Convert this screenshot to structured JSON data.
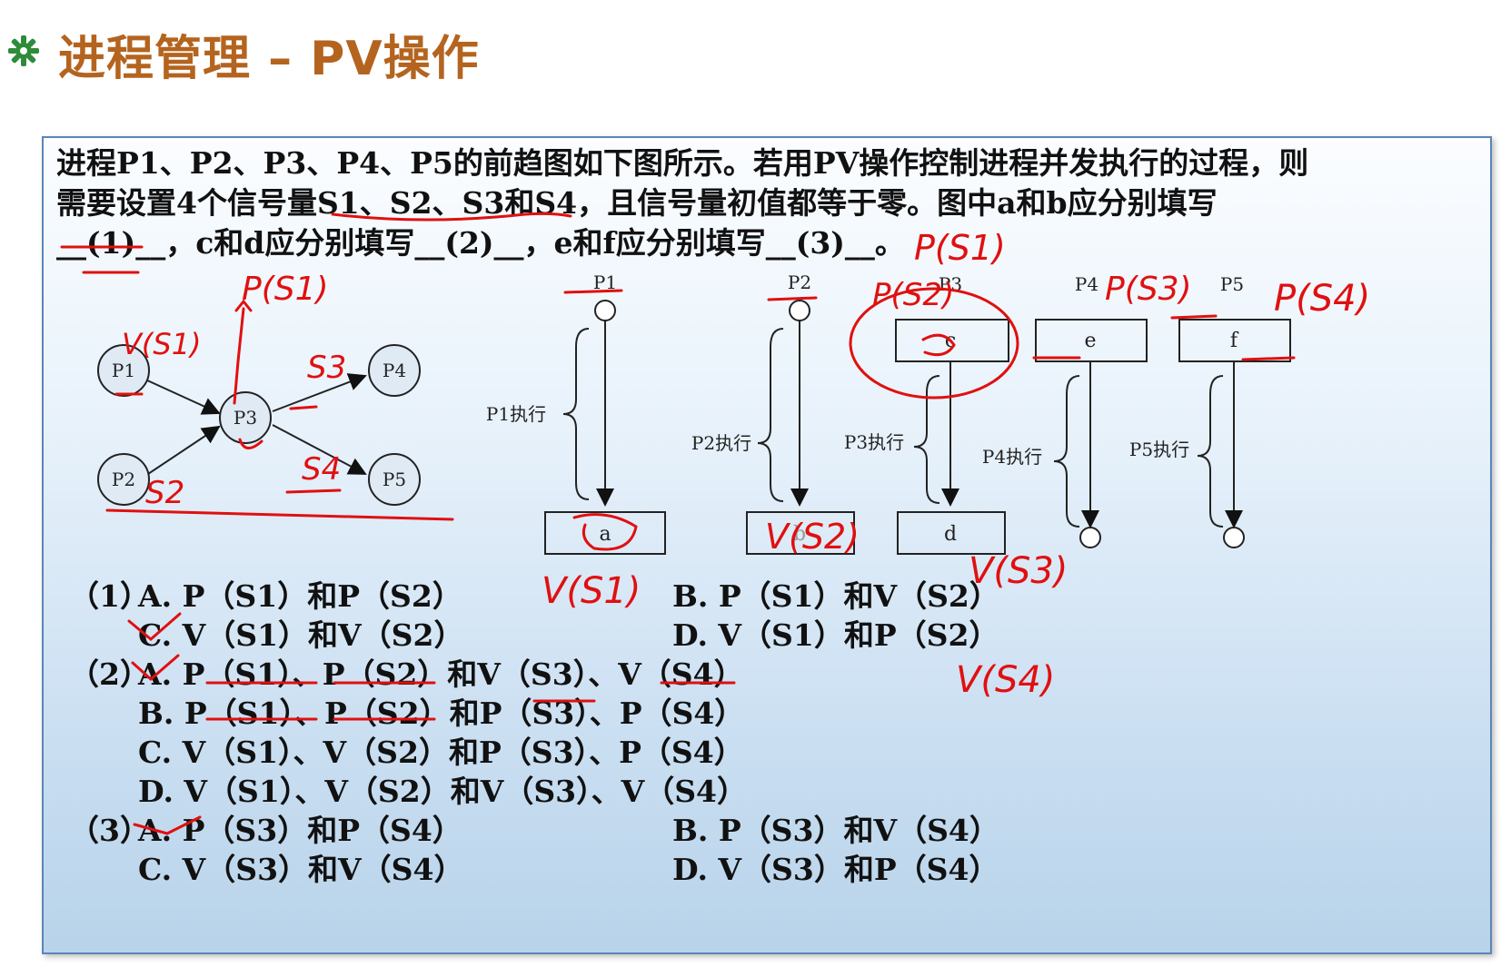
{
  "title": "进程管理 – PV操作",
  "question": {
    "line1": "进程P1、P2、P3、P4、P5的前趋图如下图所示。若用PV操作控制进程并发执行的过程，则",
    "line2": "需要设置4个信号量S1、S2、S3和S4，且信号量初值都等于零。图中a和b应分别填写",
    "line3": "__(1)__，c和d应分别填写__(2)__，e和f应分别填写__(3)__。"
  },
  "graph": {
    "nodes": [
      "P1",
      "P2",
      "P3",
      "P4",
      "P5"
    ]
  },
  "timelines": [
    {
      "proc": "P1",
      "exec": "P1执行",
      "top_box": "",
      "bottom_box": "a"
    },
    {
      "proc": "P2",
      "exec": "P2执行",
      "top_box": "",
      "bottom_box": "b"
    },
    {
      "proc": "P3",
      "exec": "P3执行",
      "top_box": "c",
      "bottom_box": "d"
    },
    {
      "proc": "P4",
      "exec": "P4执行",
      "top_box": "e",
      "bottom_box": ""
    },
    {
      "proc": "P5",
      "exec": "P5执行",
      "top_box": "f",
      "bottom_box": ""
    }
  ],
  "options": {
    "q1": {
      "num": "（1）",
      "A": "A. P（S1）和P（S2）",
      "B": "B. P（S1）和V（S2）",
      "C": "C. V（S1）和V（S2）",
      "D": "D. V（S1）和P（S2）"
    },
    "q2": {
      "num": "（2）",
      "A": "A. P（S1）、P（S2）和V（S3）、V（S4）",
      "B": "B. P（S1）、P（S2）和P（S3）、P（S4）",
      "C": "C. V（S1）、V（S2）和P（S3）、P（S4）",
      "D": "D. V（S1）、V（S2）和V（S3）、V（S4）"
    },
    "q3": {
      "num": "（3）",
      "A": "A. P（S3）和P（S4）",
      "B": "B. P（S3）和V（S4）",
      "C": "C. V（S3）和V（S4）",
      "D": "D. V（S3）和P（S4）"
    }
  },
  "annotations": {
    "p_s1_a": "P(S1)",
    "v_s1": "V(S1)",
    "s3": "S3",
    "s4": "S4",
    "s2": "S2",
    "v_s1_b": "V(S1)",
    "v_s2_b": "V(S2)",
    "p_s1_b": "P(S1)",
    "p_s2": "P(S2)",
    "p_s3": "P(S3)",
    "p_s4": "P(S4)",
    "v_s3": "V(S3)",
    "v_s4": "V(S4)"
  },
  "colors": {
    "title": "#b4641e",
    "ink": "#e01010",
    "icon": "#2e8b3a",
    "panel_border": "#5a86b8"
  }
}
